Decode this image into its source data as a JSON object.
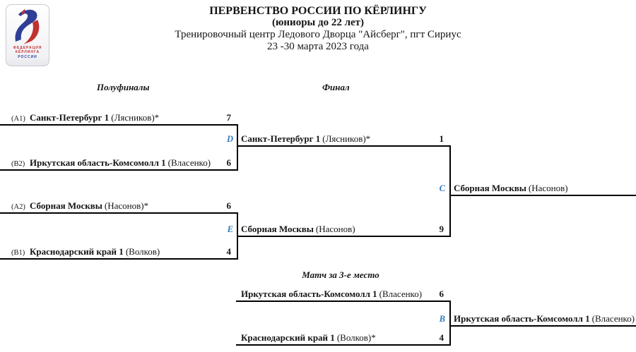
{
  "header": {
    "title": "ПЕРВЕНСТВО РОССИИ ПО КЁРЛИНГУ",
    "subtitle": "(юниоры до 22 лет)",
    "venue": "Тренировочный центр Ледового Дворца \"Айсберг\", пгт Сириус",
    "dates": "23 -30 марта 2023 года",
    "logo": {
      "line1": "ФЕДЕРАЦИЯ",
      "line2": "КЁРЛИНГА",
      "line3": "РОССИИ"
    }
  },
  "rounds": {
    "semifinals_label": "Полуфиналы",
    "final_label": "Финал",
    "third_place_label": "Матч за 3-е место"
  },
  "matches": {
    "sf1": {
      "letter": "D",
      "t1": {
        "seed": "(A1)",
        "name": "Санкт-Петербург 1",
        "skip": "(Лясников)*",
        "score": "7"
      },
      "t2": {
        "seed": "(B2)",
        "name": "Иркутская область-Комсомолл 1",
        "skip": "(Власенко)",
        "score": "6"
      }
    },
    "sf2": {
      "letter": "E",
      "t1": {
        "seed": "(A2)",
        "name": "Сборная Москвы",
        "skip": "(Насонов)*",
        "score": "6"
      },
      "t2": {
        "seed": "(B1)",
        "name": "Краснодарский край 1",
        "skip": "(Волков)",
        "score": "4"
      }
    },
    "final": {
      "letter": "C",
      "t1": {
        "name": "Санкт-Петербург 1",
        "skip": "(Лясников)*",
        "score": "1"
      },
      "t2": {
        "name": "Сборная Москвы",
        "skip": "(Насонов)",
        "score": "9"
      },
      "winner": {
        "name": "Сборная Москвы",
        "skip": "(Насонов)"
      }
    },
    "third": {
      "letter": "B",
      "t1": {
        "name": "Иркутская область-Комсомолл 1",
        "skip": "(Власенко)",
        "score": "6"
      },
      "t2": {
        "name": "Краснодарский край 1",
        "skip": "(Волков)*",
        "score": "4"
      },
      "winner": {
        "name": "Иркутская область-Комсомолл 1",
        "skip": "(Власенко)"
      }
    }
  },
  "colors": {
    "accent_blue": "#2e78c2",
    "line_black": "#000000",
    "logo_red": "#c23131",
    "logo_blue": "#2f3f96"
  }
}
